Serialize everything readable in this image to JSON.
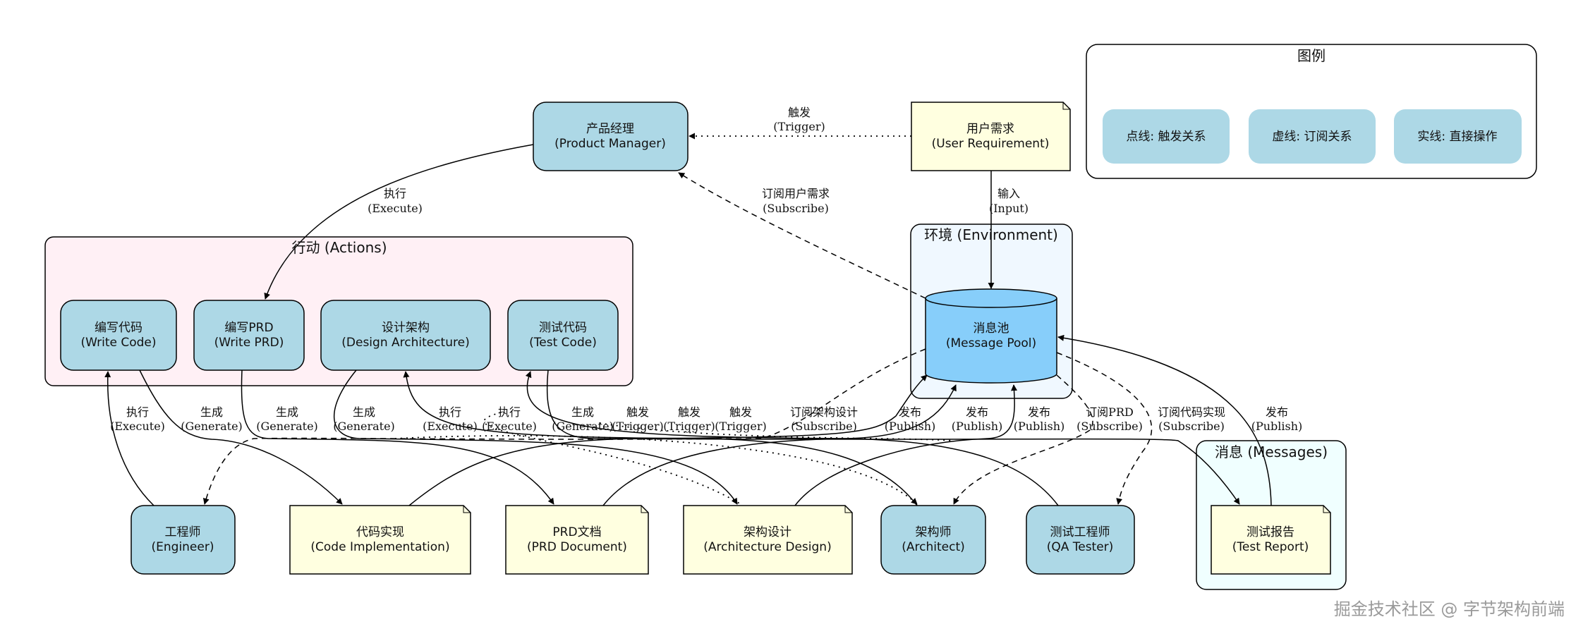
{
  "colors": {
    "agent_fill": "#ADD8E6",
    "document_fill": "#FFFFE0",
    "pool_fill": "#87CEFA",
    "actions_bg": "#FFF0F5",
    "environment_bg": "#F0F8FF",
    "messages_bg": "#F0FFFF",
    "legend_item_fill": "#ADD8E6",
    "watermark": "#9A9A9A"
  },
  "legend": {
    "title": "图例",
    "items": [
      {
        "label": "点线: 触发关系",
        "style": "dotted"
      },
      {
        "label": "虚线: 订阅关系",
        "style": "dashed"
      },
      {
        "label": "实线: 直接操作",
        "style": "solid"
      }
    ]
  },
  "clusters": {
    "actions": {
      "title": "行动 (Actions)"
    },
    "environment": {
      "title": "环境 (Environment)"
    },
    "messages": {
      "title": "消息 (Messages)"
    }
  },
  "nodes": {
    "product_manager": {
      "zh": "产品经理",
      "en": "(Product Manager)",
      "kind": "agent"
    },
    "user_requirement": {
      "zh": "用户需求",
      "en": "(User Requirement)",
      "kind": "document"
    },
    "write_code": {
      "zh": "编写代码",
      "en": "(Write Code)",
      "kind": "action"
    },
    "write_prd": {
      "zh": "编写PRD",
      "en": "(Write PRD)",
      "kind": "action"
    },
    "design_architecture": {
      "zh": "设计架构",
      "en": "(Design Architecture)",
      "kind": "action"
    },
    "test_code": {
      "zh": "测试代码",
      "en": "(Test Code)",
      "kind": "action"
    },
    "message_pool": {
      "zh": "消息池",
      "en": "(Message Pool)",
      "kind": "pool"
    },
    "engineer": {
      "zh": "工程师",
      "en": "(Engineer)",
      "kind": "agent"
    },
    "code_implementation": {
      "zh": "代码实现",
      "en": "(Code Implementation)",
      "kind": "document"
    },
    "prd_document": {
      "zh": "PRD文档",
      "en": "(PRD Document)",
      "kind": "document"
    },
    "architecture_design": {
      "zh": "架构设计",
      "en": "(Architecture Design)",
      "kind": "document"
    },
    "architect": {
      "zh": "架构师",
      "en": "(Architect)",
      "kind": "agent"
    },
    "qa_tester": {
      "zh": "测试工程师",
      "en": "(QA Tester)",
      "kind": "agent"
    },
    "test_report": {
      "zh": "测试报告",
      "en": "(Test Report)",
      "kind": "document"
    }
  },
  "edges": [
    {
      "id": "ur_pm",
      "from": "user_requirement",
      "to": "product_manager",
      "style": "dotted",
      "zh": "触发",
      "en": "(Trigger)"
    },
    {
      "id": "pool_pm",
      "from": "message_pool",
      "to": "product_manager",
      "style": "dashed",
      "zh": "订阅用户需求",
      "en": "(Subscribe)"
    },
    {
      "id": "pm_wprd",
      "from": "product_manager",
      "to": "write_prd",
      "style": "solid",
      "zh": "执行",
      "en": "(Execute)"
    },
    {
      "id": "ur_pool",
      "from": "user_requirement",
      "to": "message_pool",
      "style": "solid",
      "zh": "输入",
      "en": "(Input)"
    },
    {
      "id": "eng_wc",
      "from": "engineer",
      "to": "write_code",
      "style": "solid",
      "zh": "执行",
      "en": "(Execute)"
    },
    {
      "id": "wc_ci",
      "from": "write_code",
      "to": "code_implementation",
      "style": "solid",
      "zh": "生成",
      "en": "(Generate)"
    },
    {
      "id": "wprd_prd",
      "from": "write_prd",
      "to": "prd_document",
      "style": "solid",
      "zh": "生成",
      "en": "(Generate)"
    },
    {
      "id": "da_ad",
      "from": "design_architecture",
      "to": "architecture_design",
      "style": "solid",
      "zh": "生成",
      "en": "(Generate)"
    },
    {
      "id": "arch_da",
      "from": "architect",
      "to": "design_architecture",
      "style": "solid",
      "zh": "执行",
      "en": "(Execute)"
    },
    {
      "id": "qa_tc",
      "from": "qa_tester",
      "to": "test_code",
      "style": "solid",
      "zh": "执行",
      "en": "(Execute)"
    },
    {
      "id": "tc_tr",
      "from": "test_code",
      "to": "test_report",
      "style": "solid",
      "zh": "生成",
      "en": "(Generate)"
    },
    {
      "id": "t1",
      "from": "write_prd",
      "to": "architect",
      "style": "dotted",
      "zh": "触发",
      "en": "(Trigger)"
    },
    {
      "id": "t2",
      "from": "design_architecture",
      "to": "engineer",
      "style": "dotted",
      "zh": "触发",
      "en": "(Trigger)"
    },
    {
      "id": "t3",
      "from": "write_code",
      "to": "qa_tester",
      "style": "dotted",
      "zh": "触发",
      "en": "(Trigger)"
    },
    {
      "id": "sub_ad",
      "from": "message_pool",
      "to": "engineer",
      "style": "dashed",
      "zh": "订阅架构设计",
      "en": "(Subscribe)"
    },
    {
      "id": "pub_ci",
      "from": "code_implementation",
      "to": "message_pool",
      "style": "solid",
      "zh": "发布",
      "en": "(Publish)"
    },
    {
      "id": "pub_prd",
      "from": "prd_document",
      "to": "message_pool",
      "style": "solid",
      "zh": "发布",
      "en": "(Publish)"
    },
    {
      "id": "pub_ad",
      "from": "architecture_design",
      "to": "message_pool",
      "style": "solid",
      "zh": "发布",
      "en": "(Publish)"
    },
    {
      "id": "sub_prd",
      "from": "message_pool",
      "to": "architect",
      "style": "dashed",
      "zh": "订阅PRD",
      "en": "(Subscribe)"
    },
    {
      "id": "sub_ci",
      "from": "message_pool",
      "to": "qa_tester",
      "style": "dashed",
      "zh": "订阅代码实现",
      "en": "(Subscribe)"
    },
    {
      "id": "pub_tr",
      "from": "test_report",
      "to": "message_pool",
      "style": "solid",
      "zh": "发布",
      "en": "(Publish)"
    }
  ],
  "watermark": "掘金技术社区 @ 字节架构前端"
}
